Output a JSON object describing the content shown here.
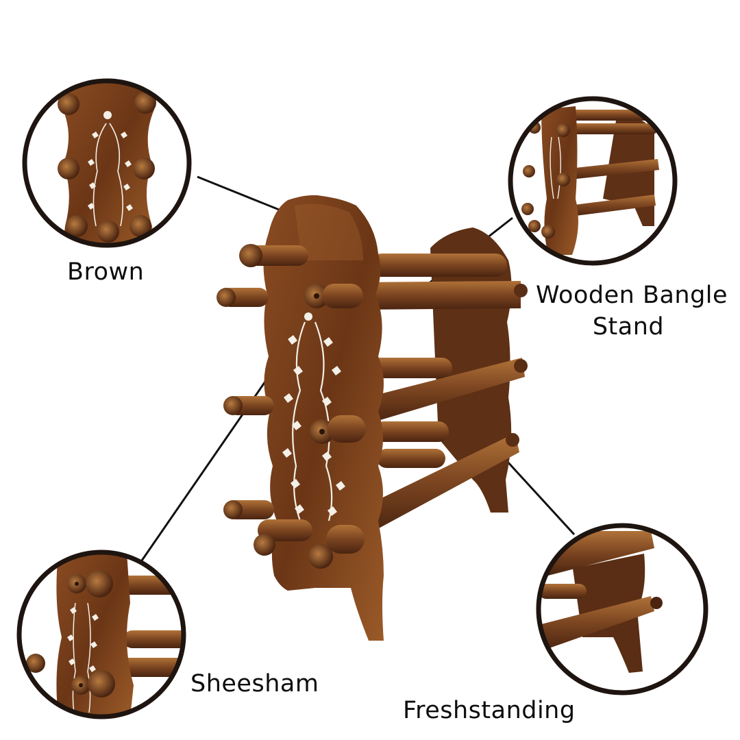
{
  "product": {
    "name": "Wooden Bangle Stand",
    "material_note": "carved wood with white floral inlay",
    "colors": {
      "wood_dark": "#4a2410",
      "wood_mid": "#7a4420",
      "wood_light": "#a8682e",
      "inlay": "#f4f0e8",
      "ring": "#1e1410",
      "line": "#111111",
      "text": "#0d0d0d",
      "background": "#ffffff"
    }
  },
  "callouts": [
    {
      "id": "brown",
      "label": "Brown",
      "detail": "top of front panel with inlay and knobs"
    },
    {
      "id": "wooden-bangle-stand",
      "label_line1": "Wooden Bangle",
      "label_line2": "Stand",
      "detail": "three-quarter view of stand"
    },
    {
      "id": "sheesham",
      "label": "Sheesham",
      "detail": "side panel with floral inlay and rods"
    },
    {
      "id": "freshstanding",
      "label": "Freshstanding",
      "detail": "base leg and lower rod"
    }
  ]
}
